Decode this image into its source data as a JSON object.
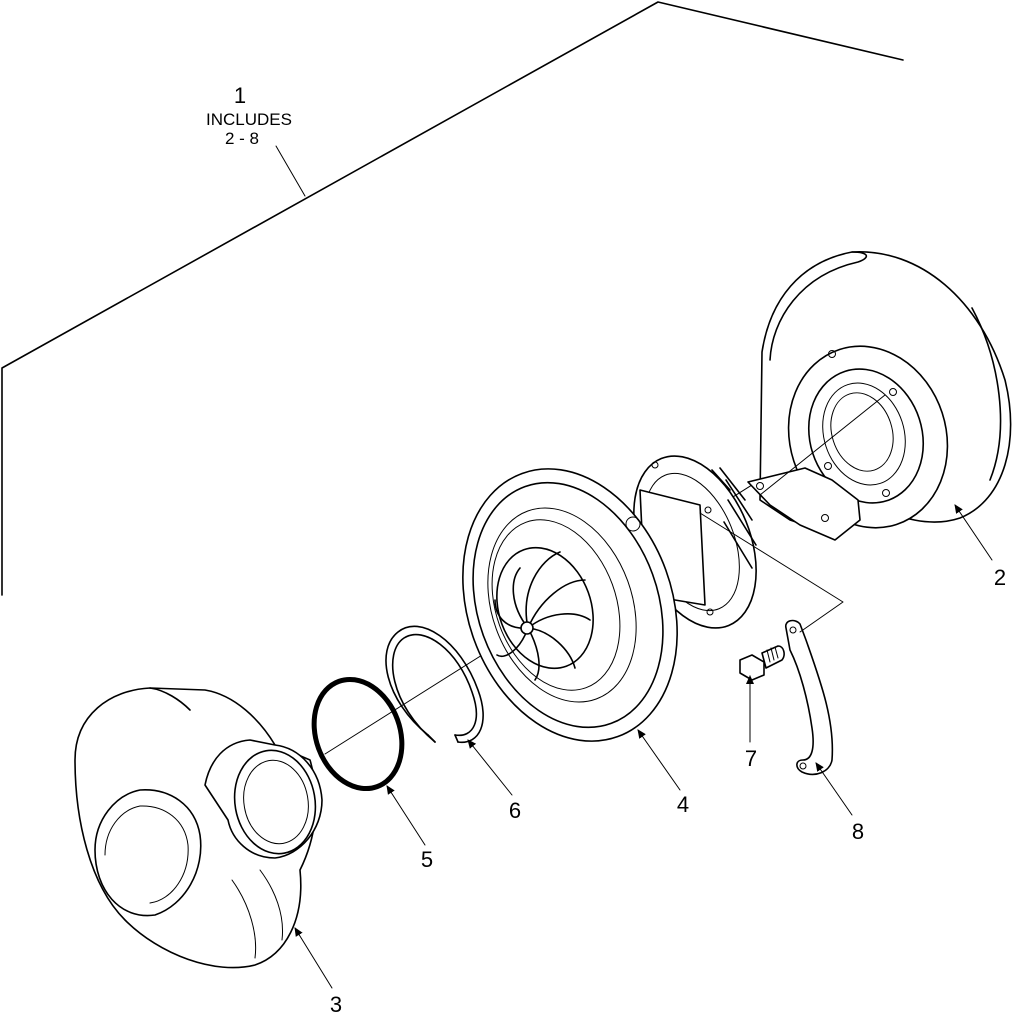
{
  "callouts": {
    "assembly": {
      "number": "1",
      "line1": "INCLUDES",
      "line2": "2 - 8"
    },
    "c2": "2",
    "c3": "3",
    "c4": "4",
    "c5": "5",
    "c6": "6",
    "c7": "7",
    "c8": "8"
  },
  "icons": {
    "compressor_housing": "compressor-housing-icon",
    "turbine_housing": "turbine-housing-icon",
    "cartridge": "center-cartridge-icon",
    "o_ring": "o-ring-icon",
    "snap_ring": "snap-ring-icon",
    "bolt": "bolt-icon",
    "clamp": "clamp-plate-icon"
  }
}
